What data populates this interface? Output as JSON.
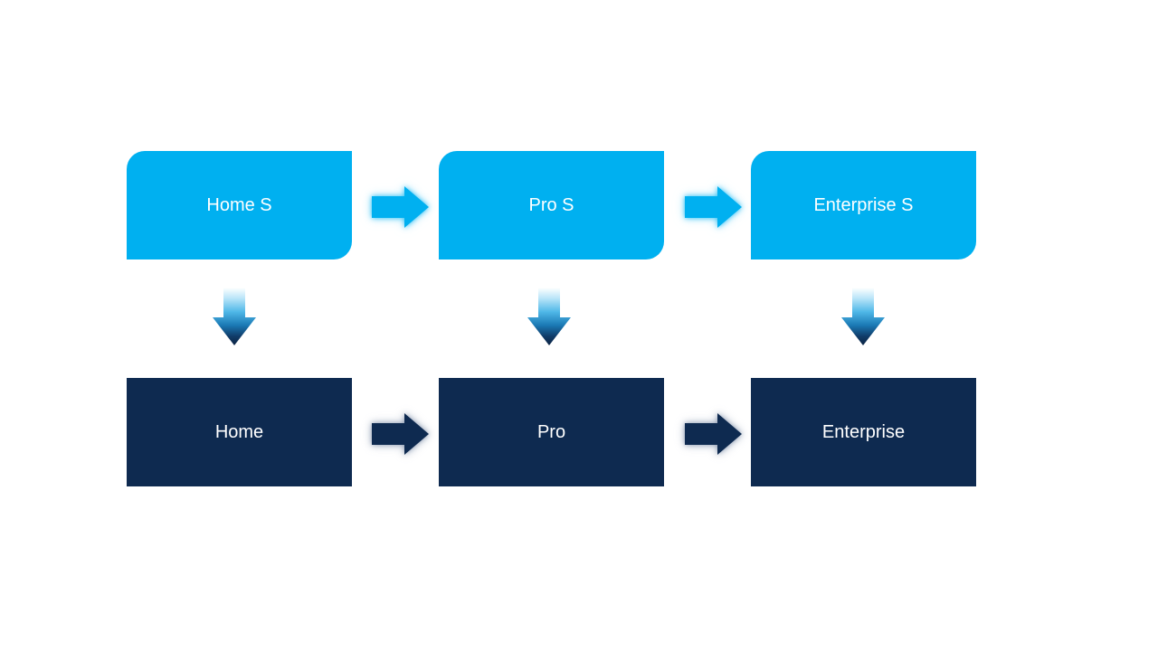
{
  "slide": {
    "background": "#FFFFFF",
    "palette": {
      "light_blue": "#00B0F0",
      "navy": "#0E2A50",
      "label_text": "#FFFFFF"
    },
    "down_arrow_gradient": [
      "#FFFFFF",
      "#BCE6F9",
      "#4FB8E8",
      "#1B7AB5",
      "#103A66",
      "#0C2444"
    ],
    "flow_top": {
      "nodes": [
        {
          "id": "home-s",
          "label": "Home S"
        },
        {
          "id": "pro-s",
          "label": "Pro S"
        },
        {
          "id": "enterprise-s",
          "label": "Enterprise S"
        }
      ]
    },
    "flow_bottom": {
      "nodes": [
        {
          "id": "home",
          "label": "Home"
        },
        {
          "id": "pro",
          "label": "Pro"
        },
        {
          "id": "enterprise",
          "label": "Enterprise"
        }
      ]
    }
  }
}
